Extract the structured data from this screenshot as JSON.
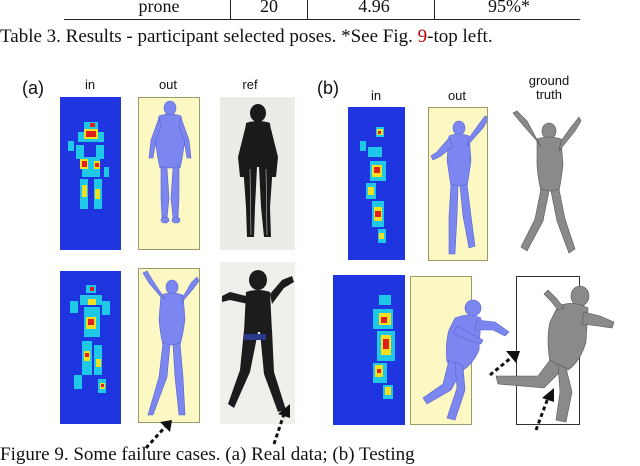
{
  "table": {
    "last_row": [
      "prone",
      "20",
      "4.96",
      "95%*"
    ],
    "caption_prefix": "Table 3. Results - participant selected poses. *See Fig. ",
    "caption_ref": "9",
    "caption_suffix": "-top left."
  },
  "figure": {
    "panel_a_label": "(a)",
    "panel_b_label": "(b)",
    "col_in_a": "in",
    "col_out_a": "out",
    "col_ref": "ref",
    "col_in_b": "in",
    "col_out_b": "out",
    "col_gt_line1": "ground",
    "col_gt_line2": "truth",
    "caption": "Figure 9. Some failure cases. (a) Real data; (b) Testing"
  },
  "colors": {
    "heat_bg": "#1f35e0",
    "out_bg": "#fbf8c3",
    "body_blue": "#7b86f0",
    "body_gray": "#8a8a8a",
    "ref_link": "#c00000"
  }
}
